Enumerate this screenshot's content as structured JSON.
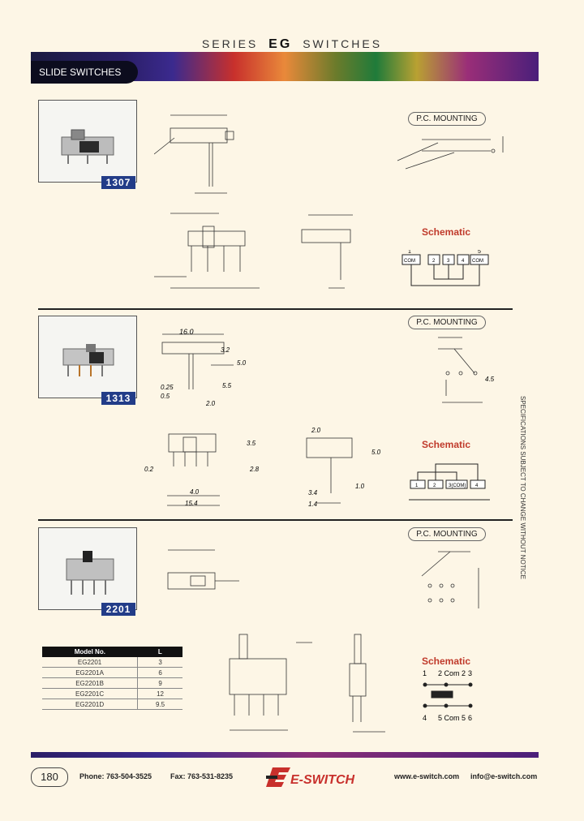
{
  "header": {
    "series_prefix": "SERIES",
    "series_code": "EG",
    "series_suffix": "SWITCHES",
    "banner_label": "SLIDE SWITCHES"
  },
  "sections": [
    {
      "model": "1307",
      "pc_mounting": "P.C. MOUNTING",
      "schematic": "Schematic",
      "schematic_pins": [
        "1",
        "2",
        "3",
        "4",
        "5"
      ],
      "schematic_labels": [
        "COM",
        "COM"
      ]
    },
    {
      "model": "1313",
      "pc_mounting": "P.C. MOUNTING",
      "schematic": "Schematic",
      "dims": {
        "a": "16.0",
        "b": "3.2",
        "c": "5.0",
        "d": "5.5",
        "e": "0.25",
        "f": "0.5",
        "g": "2.0",
        "h": "3.5",
        "i": "2.8",
        "j": "0.2",
        "k": "4.0",
        "l": "15.4",
        "m": "2.0",
        "n": "5.0",
        "o": "1.0",
        "p": "3.4",
        "q": "1.4",
        "r": "4.5"
      },
      "schematic_pins": [
        "1",
        "2",
        "3(COM)",
        "4"
      ]
    },
    {
      "model": "2201",
      "pc_mounting": "P.C. MOUNTING",
      "schematic": "Schematic",
      "schematic_top": [
        "1",
        "2 Com 2",
        "3"
      ],
      "schematic_bottom": [
        "4",
        "5 Com 5",
        "6"
      ]
    }
  ],
  "model_table": {
    "headers": [
      "Model No.",
      "L"
    ],
    "rows": [
      [
        "EG2201",
        "3"
      ],
      [
        "EG2201A",
        "6"
      ],
      [
        "EG2201B",
        "9"
      ],
      [
        "EG2201C",
        "12"
      ],
      [
        "EG2201D",
        "9.5"
      ]
    ]
  },
  "side_note": "SPECIFICATIONS SUBJECT TO CHANGE WITHOUT NOTICE",
  "footer": {
    "page": "180",
    "phone": "Phone: 763-504-3525",
    "fax": "Fax: 763-531-8235",
    "logo": "E-SWITCH",
    "web": "www.e-switch.com",
    "email": "info@e-switch.com"
  },
  "colors": {
    "badge": "#223c88",
    "schematic_title": "#c03a2b",
    "background": "#fdf6e6"
  }
}
